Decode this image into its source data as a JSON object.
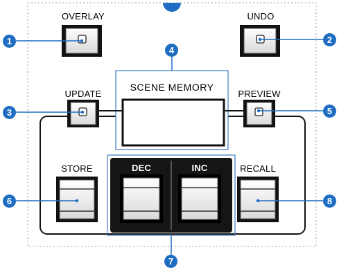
{
  "labels": {
    "overlay": "OVERLAY",
    "undo": "UNDO",
    "scene_memory": "SCENE MEMORY",
    "update": "UPDATE",
    "preview": "PREVIEW",
    "store": "STORE",
    "dec": "DEC",
    "inc": "INC",
    "recall": "RECALL"
  },
  "callouts": [
    "1",
    "2",
    "3",
    "4",
    "5",
    "6",
    "7",
    "8"
  ],
  "colors": {
    "callout": "#1f6dc2",
    "outline_dotted": "#9aa0a6",
    "panel_dark": "#151515"
  }
}
